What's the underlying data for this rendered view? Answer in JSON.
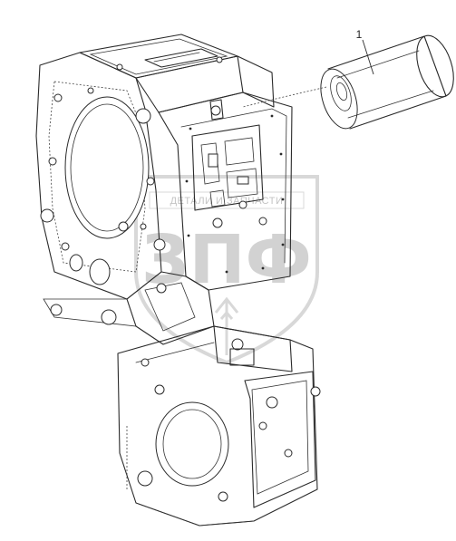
{
  "callout": {
    "number": "1"
  },
  "watermark": {
    "small_text": "ДЕТАЛИ И ЗАПЧАСТИ",
    "big_text": "ЗПФ"
  },
  "colors": {
    "line": "#2a2a2a",
    "watermark": "#d2d2d2",
    "background": "#ffffff"
  }
}
